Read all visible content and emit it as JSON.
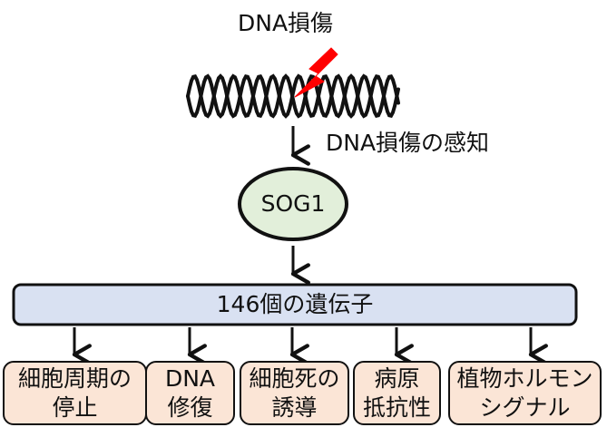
{
  "colors": {
    "sog1_fill": "#e2efda",
    "gene_bar_fill": "#d9e1f2",
    "outcome_fill": "#fbe5d6",
    "stroke": "#111111",
    "bolt_fill": "#ff0000",
    "background": "#ffffff"
  },
  "damage": {
    "title": "DNA損傷"
  },
  "sensing": {
    "label": "DNA損傷の感知"
  },
  "sog1": {
    "label": "SOG1"
  },
  "gene_bar": {
    "label": "146個の遺伝子"
  },
  "outcomes": [
    {
      "label": "細胞周期の\n停止"
    },
    {
      "label": "DNA\n修復"
    },
    {
      "label": "細胞死の\n誘導"
    },
    {
      "label": "病原\n抵抗性"
    },
    {
      "label": "植物ホルモン\nシグナル"
    }
  ]
}
